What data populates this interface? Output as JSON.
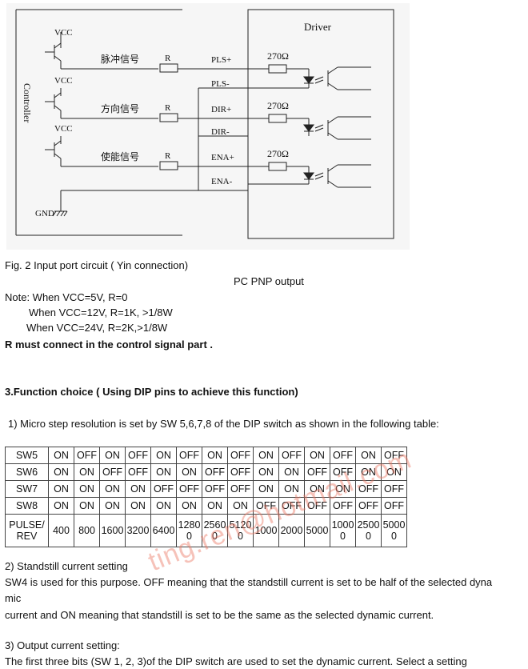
{
  "circuit": {
    "driver_label": "Driver",
    "controller_label": "Controller",
    "vcc_labels": [
      "VCC",
      "VCC",
      "VCC"
    ],
    "gnd_label": "GND",
    "signal_labels": [
      "脉冲信号",
      "方向信号",
      "使能信号"
    ],
    "resistor_labels": [
      "R",
      "R",
      "R"
    ],
    "pin_labels": [
      "PLS+",
      "PLS-",
      "DIR+",
      "DIR-",
      "ENA+",
      "ENA-"
    ],
    "internal_resistor_labels": [
      "270Ω",
      "270Ω",
      "270Ω"
    ]
  },
  "text": {
    "fig_caption": "Fig. 2 Input port circuit ( Yin connection)",
    "pnp_caption": "PC PNP output",
    "note_line1": "Note: When VCC=5V, R=0",
    "note_line2": "When VCC=12V, R=1K, >1/8W",
    "note_line3": "When VCC=24V, R=2K,>1/8W",
    "r_must": "R must connect in the control signal part .",
    "section3_title": "3.Function choice ( Using DIP pins to achieve this function)",
    "micro_step_intro": "1) Micro step resolution is set by SW 5,6,7,8 of the DIP switch as shown in the following table:",
    "standstill_title": "2) Standstill current setting",
    "standstill_line1": "SW4 is used for this purpose. OFF meaning that the standstill current is set to be half of the selected dyna",
    "standstill_line2": "mic",
    "standstill_line3": "current and ON meaning that standstill is set to be the same as the selected dynamic current.",
    "output_title": "3) Output current setting:",
    "output_line1": "The first three bits (SW 1, 2, 3)of the DIP switch are used to set the dynamic current. Select a setting"
  },
  "table": {
    "rows": [
      {
        "label": "SW5",
        "values": [
          "ON",
          "OFF",
          "ON",
          "OFF",
          "ON",
          "OFF",
          "ON",
          "OFF",
          "ON",
          "OFF",
          "ON",
          "OFF",
          "ON",
          "OFF"
        ]
      },
      {
        "label": "SW6",
        "values": [
          "ON",
          "ON",
          "OFF",
          "OFF",
          "ON",
          "ON",
          "OFF",
          "OFF",
          "ON",
          "ON",
          "OFF",
          "OFF",
          "ON",
          "ON"
        ]
      },
      {
        "label": "SW7",
        "values": [
          "ON",
          "ON",
          "ON",
          "ON",
          "OFF",
          "OFF",
          "OFF",
          "OFF",
          "ON",
          "ON",
          "ON",
          "ON",
          "OFF",
          "OFF"
        ]
      },
      {
        "label": "SW8",
        "values": [
          "ON",
          "ON",
          "ON",
          "ON",
          "ON",
          "ON",
          "ON",
          "ON",
          "OFF",
          "OFF",
          "OFF",
          "OFF",
          "OFF",
          "OFF"
        ]
      },
      {
        "label": "PULSE/\nREV",
        "values": [
          "400",
          "800",
          "1600",
          "3200",
          "6400",
          "1280\n0",
          "2560\n0",
          "5120\n0",
          "1000",
          "2000",
          "5000",
          "1000\n0",
          "2500\n0",
          "5000\n0"
        ]
      }
    ]
  },
  "watermark": "ting.ren@hotmail.com"
}
